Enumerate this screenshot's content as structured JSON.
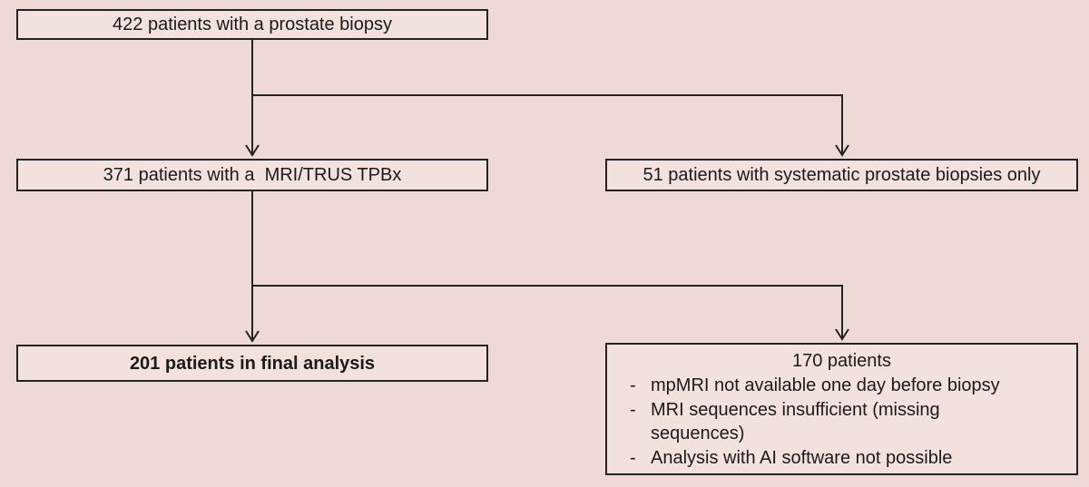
{
  "colors": {
    "background": "#efd9d6",
    "box_fill": "#f3e1de",
    "line_and_text": "#232323"
  },
  "boxes": {
    "biopsy_total": {
      "label": "422 patients with a prostate biopsy"
    },
    "mri_trus_tpbx": {
      "label": "371 patients with a  MRI/TRUS TPBx"
    },
    "systematic_only": {
      "label": "51 patients with systematic prostate biopsies only"
    },
    "final_analysis": {
      "label": "201 patients in final analysis"
    },
    "excluded": {
      "title": "170 patients",
      "bullet": "-",
      "reasons": [
        "mpMRI not available one day before biopsy",
        "MRI sequences insufficient (missing sequences)",
        "Analysis with AI software not possible"
      ]
    }
  }
}
